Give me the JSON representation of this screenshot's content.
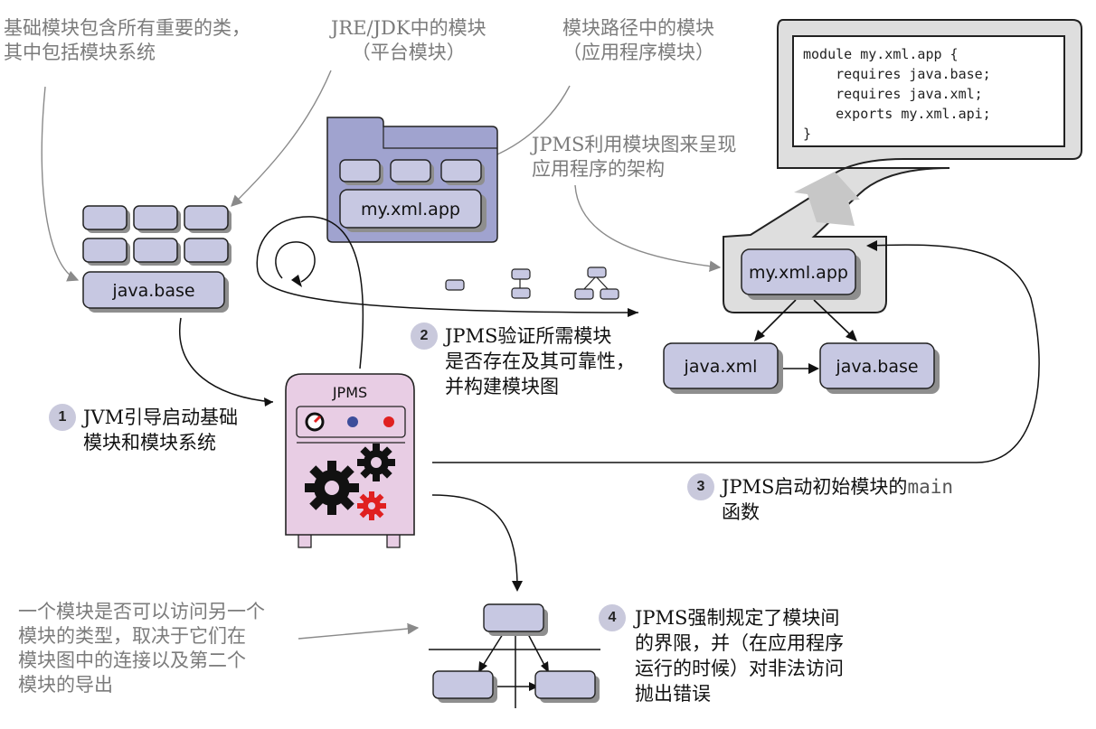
{
  "notes": {
    "base_module": [
      "基础模块包含所有重要的类，",
      "其中包括模块系统"
    ],
    "platform_modules": [
      "JRE/JDK中的模块",
      "（平台模块）"
    ],
    "app_modules": [
      "模块路径中的模块",
      "（应用程序模块）"
    ],
    "module_graph": [
      "JPMS利用模块图来呈现",
      "应用程序的架构"
    ],
    "access": [
      "一个模块是否可以访问另一个",
      "模块的类型，取决于它们在",
      "模块图中的连接以及第二个",
      "模块的导出"
    ]
  },
  "code": {
    "lines": [
      "module my.xml.app {",
      "    requires java.base;",
      "    requires java.xml;",
      "    exports my.xml.api;",
      "}"
    ]
  },
  "modules": {
    "java_base_left": "java.base",
    "app_folder": "my.xml.app",
    "graph_app": "my.xml.app",
    "graph_xml": "java.xml",
    "graph_base": "java.base"
  },
  "jpms_box": {
    "label": "JPMS"
  },
  "steps": [
    {
      "number": "1",
      "lines": [
        "JVM引导启动基础",
        "模块和模块系统"
      ]
    },
    {
      "number": "2",
      "lines": [
        "JPMS验证所需模块",
        "是否存在及其可靠性，",
        "并构建模块图"
      ]
    },
    {
      "number": "3",
      "text": "JPMS启动初始模块的",
      "code": "main",
      "line2": "函数"
    },
    {
      "number": "4",
      "lines": [
        "JPMS强制规定了模块间",
        "的界限，并（在应用程序",
        "运行的时候）对非法访问",
        "抛出错误"
      ]
    }
  ],
  "colors": {
    "module_fill": "#c7c8e2",
    "module_shadow": "#8e8e8e",
    "folder_fill": "#a0a3cf",
    "jpms_fill": "#e8cde4",
    "callout_fill": "#dedede",
    "note_text": "#7b7b7b",
    "red": "#e02020",
    "blue": "#3c4d9a"
  }
}
